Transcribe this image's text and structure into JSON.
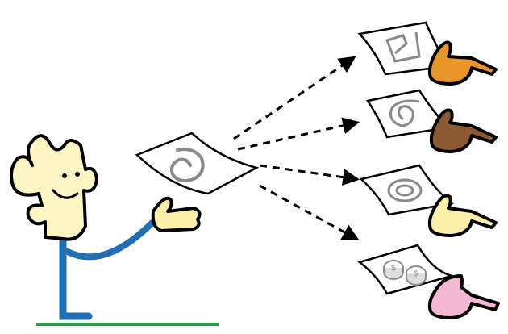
{
  "illustration": {
    "coin_symbol": "$",
    "colors": {
      "puzzle_skin": "#fdf5c4",
      "body_blue": "#1f6fb2",
      "ground_green": "#2e9a4a",
      "hand_orange": "#e8962a",
      "hand_brown": "#8b5a33",
      "hand_yellow": "#fdf0a8",
      "hand_pink": "#f5b8d4",
      "paper_symbol_gray": "#8a8a8a"
    },
    "recipients": [
      "square-spiral",
      "leaf-spiral",
      "concentric-circles",
      "coins"
    ]
  }
}
